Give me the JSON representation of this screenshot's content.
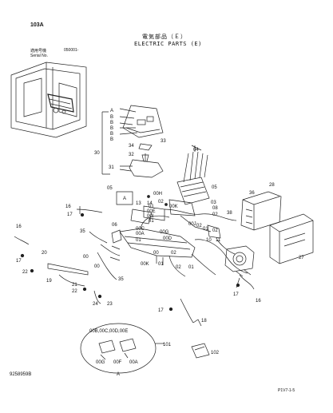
{
  "header": {
    "sheet_id": "103A",
    "title_jp": "電気部品（Ｅ）",
    "title_en": "ELECTRIC PARTS (E)",
    "serial_label_jp": "適用号機",
    "serial_value": "050001-",
    "serial_label_en": "Serial No."
  },
  "footer": {
    "doc_number": "9258959B",
    "page_code": "P1V7-1-5"
  },
  "callouts": {
    "c103A_A1": "A",
    "c_B1": "B",
    "c_B2": "B",
    "c_B3": "B",
    "c_B4": "B",
    "c_B5": "B",
    "c30": "30",
    "c33": "33",
    "c34": "34",
    "c32": "32",
    "c31": "31",
    "c04": "04",
    "c05a": "05",
    "c05b": "05",
    "c13": "13",
    "c14": "14",
    "c00H": "00H",
    "c02a": "02",
    "c00K_top": "00K",
    "c03": "03",
    "c08": "08",
    "c02b": "02",
    "c38": "38",
    "c36": "36",
    "c28": "28",
    "c16a": "16",
    "c17a": "17",
    "c06": "06",
    "c35a": "35",
    "c01a": "01",
    "c00E": "00E",
    "c00I": "00I",
    "c00J": "00J",
    "c00C": "00C",
    "c00A": "00A",
    "c01b": "01",
    "c01c": "01",
    "c00a": "00",
    "c00K_bot": "00K",
    "c01d": "01",
    "c02c": "02",
    "c01e": "01",
    "c10": "10",
    "c11": "11",
    "c02d": "02",
    "c02e": "02",
    "c00G": "00G",
    "c00D": "00D",
    "c27": "27",
    "c16b": "16",
    "c17b": "17",
    "c20": "20",
    "c22a": "22",
    "c19": "19",
    "c00b": "00",
    "c35b": "35",
    "c21": "21",
    "c22b": "22",
    "c24": "24",
    "c23": "23",
    "c17c": "17",
    "c16c": "16",
    "c17d": "17",
    "c18": "18",
    "c101": "101",
    "c102": "102",
    "detail_codes": "00B,00C,00D,00E",
    "c00G_d": "00G",
    "c00F_d": "00F",
    "c00A_d": "00A",
    "c_A_detail": "A",
    "c_A_circle": "A",
    "c02f": "02",
    "c01f": "01",
    "c00_mid": "00"
  }
}
